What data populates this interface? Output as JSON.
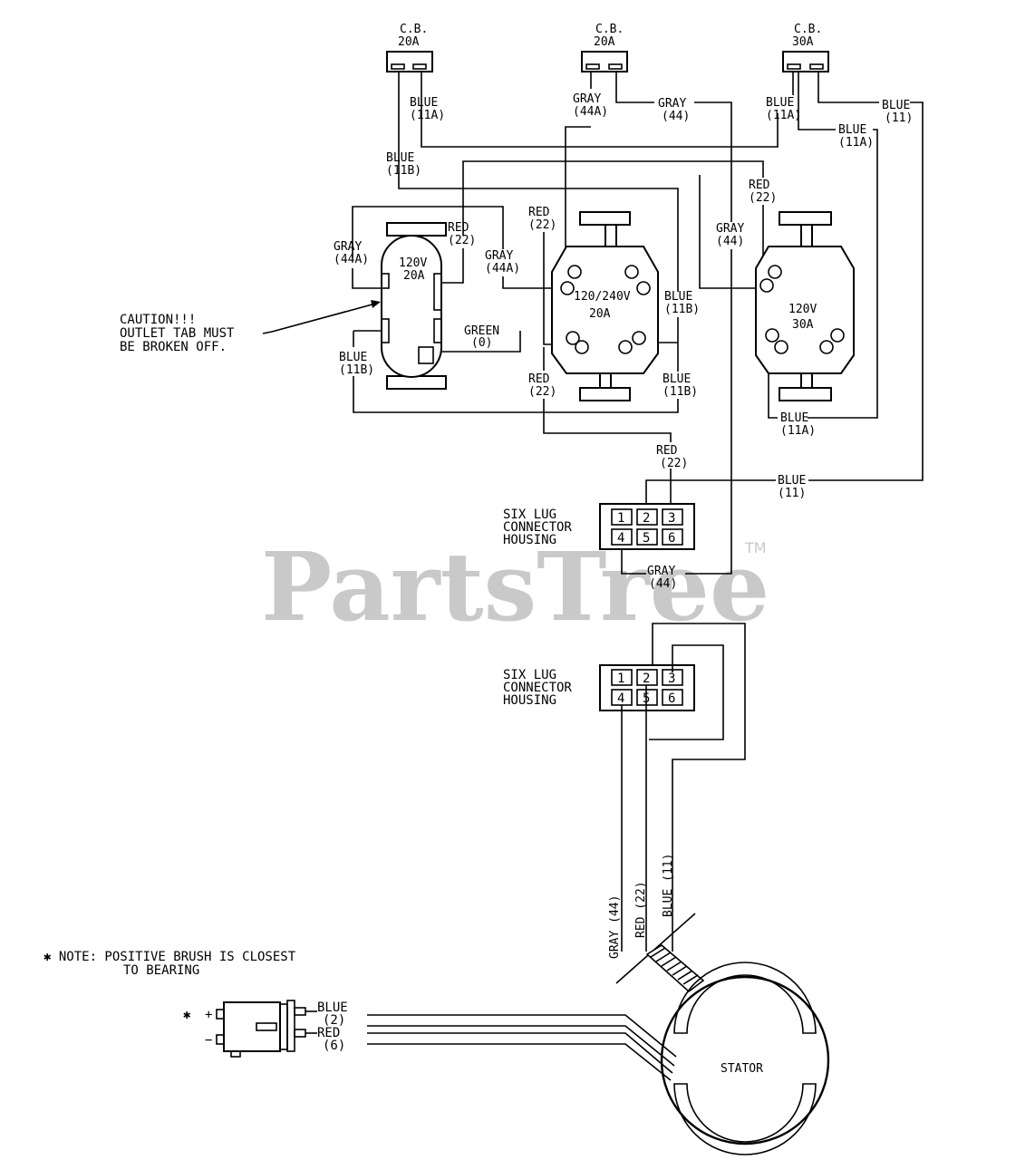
{
  "watermark": {
    "text": "PartsTree",
    "trademark": "TM"
  },
  "breakers": [
    {
      "label_top": "C.B.",
      "label_bottom": "20A"
    },
    {
      "label_top": "C.B.",
      "label_bottom": "20A"
    },
    {
      "label_top": "C.B.",
      "label_bottom": "30A"
    }
  ],
  "outlets": {
    "o120v20a": {
      "line1": "120V",
      "line2": "20A"
    },
    "o240v20a": {
      "line1": "120/240V",
      "line2": "20A"
    },
    "o120v30a": {
      "line1": "120V",
      "line2": "30A"
    }
  },
  "caution": {
    "line1": "CAUTION!!!",
    "line2": "OUTLET TAB MUST",
    "line3": "BE BROKEN OFF."
  },
  "wires": {
    "blue_11a_cb1": [
      "BLUE",
      "(11A)"
    ],
    "blue_11b_top": [
      "BLUE",
      "(11B)"
    ],
    "gray_44a_cb2": [
      "GRAY",
      "(44A)"
    ],
    "gray_44_cb2": [
      "GRAY",
      "(44)"
    ],
    "blue_11a_cb3": [
      "BLUE",
      "(11A)"
    ],
    "blue_11_cb3": [
      "BLUE",
      "(11)"
    ],
    "blue_11a_right": [
      "BLUE",
      "(11A)"
    ],
    "red_22_right": [
      "RED",
      "(22)"
    ],
    "gray_44_mid": [
      "GRAY",
      "(44)"
    ],
    "red_22_mid": [
      "RED",
      "(22)"
    ],
    "gray_44a_left": [
      "GRAY",
      "(44A)"
    ],
    "red_22_left": [
      "RED",
      "(22)"
    ],
    "gray_44a_mid": [
      "GRAY",
      "(44A)"
    ],
    "green_0": [
      "GREEN",
      "(0)"
    ],
    "blue_11b_left": [
      "BLUE",
      "(11B)"
    ],
    "blue_11b_mid": [
      "BLUE",
      "(11B)"
    ],
    "red_22_lower": [
      "RED",
      "(22)"
    ],
    "blue_11b_lower": [
      "BLUE",
      "(11B)"
    ],
    "blue_11a_bottom": [
      "BLUE",
      "(11A)"
    ],
    "red_22_conn": [
      "RED",
      "(22)"
    ],
    "blue_11_conn": [
      "BLUE",
      "(11)"
    ],
    "gray_44_conn": [
      "GRAY",
      "(44)"
    ]
  },
  "connector_labels": [
    "SIX LUG",
    "CONNECTOR",
    "HOUSING"
  ],
  "lugs": [
    "1",
    "2",
    "3",
    "4",
    "5",
    "6"
  ],
  "stator_leads": {
    "gray": "GRAY (44)",
    "red": "RED (22)",
    "blue": "BLUE (11)"
  },
  "stator_label": "STATOR",
  "note": {
    "line1": "✱ NOTE: POSITIVE BRUSH IS CLOSEST",
    "line2": "TO BEARING"
  },
  "brush": {
    "star": "✱",
    "plus": "+",
    "minus": "−",
    "blue": [
      "BLUE",
      "(2)"
    ],
    "red": [
      "RED",
      "(6)"
    ]
  }
}
